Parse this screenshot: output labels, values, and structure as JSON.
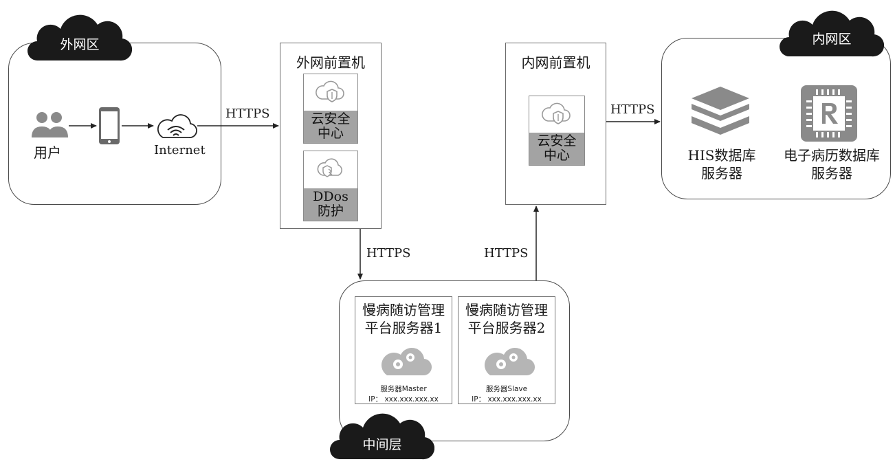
{
  "zones": {
    "external": {
      "tag": "外网区",
      "user_label": "用户",
      "internet_label": "Internet"
    },
    "internal": {
      "tag": "内网区",
      "his_server": "HIS数据库\n服务器",
      "emr_server": "电子病历数据库\n服务器"
    },
    "middle": {
      "tag": "中间层"
    }
  },
  "external_frontend": {
    "title": "外网前置机",
    "cloud_security": "云安全\n中心",
    "ddos": "DDos\n防护"
  },
  "internal_frontend": {
    "title": "内网前置机",
    "cloud_security": "云安全\n中心"
  },
  "servers": [
    {
      "name": "慢病随访管理\n平台服务器1",
      "role": "服务器Master",
      "ip": "IP：  xxx.xxx.xxx.xx"
    },
    {
      "name": "慢病随访管理\n平台服务器2",
      "role": "服务器Slave",
      "ip": "IP：  xxx.xxx.xxx.xx"
    }
  ],
  "connections": {
    "internet_to_frontend": "HTTPS",
    "frontend_to_middle": "HTTPS",
    "middle_to_internal_frontend": "HTTPS",
    "internal_frontend_to_internal": "HTTPS"
  },
  "icons": {
    "users": "users-icon",
    "phone": "mobile-phone-icon",
    "internet": "wifi-cloud-icon",
    "cloud_shield": "cloud-shield-icon",
    "ddos": "ddos-shield-icon",
    "database": "database-stack-icon",
    "emr": "emr-chip-icon",
    "gear_cloud": "gear-cloud-icon"
  },
  "colors": {
    "tag_fill": "#1a1a1a",
    "caption_fill": "#a3a3a3",
    "icon_gray": "#9a9a9a"
  }
}
